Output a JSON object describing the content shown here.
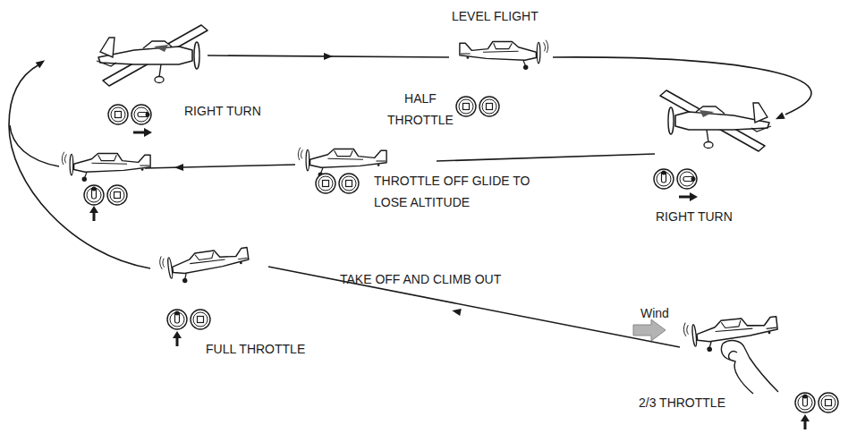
{
  "diagram": {
    "labels": [
      "LEVEL FLIGHT",
      "HALF THROTTLE",
      "RIGHT TURN",
      "RIGHT TURN",
      "THROTTLE OFF GLIDE TO LOSE ALTITUDE",
      "TAKE OFF AND CLIMB OUT",
      "Wind",
      "FULL THROTTLE",
      "2/3 THROTTLE"
    ]
  }
}
